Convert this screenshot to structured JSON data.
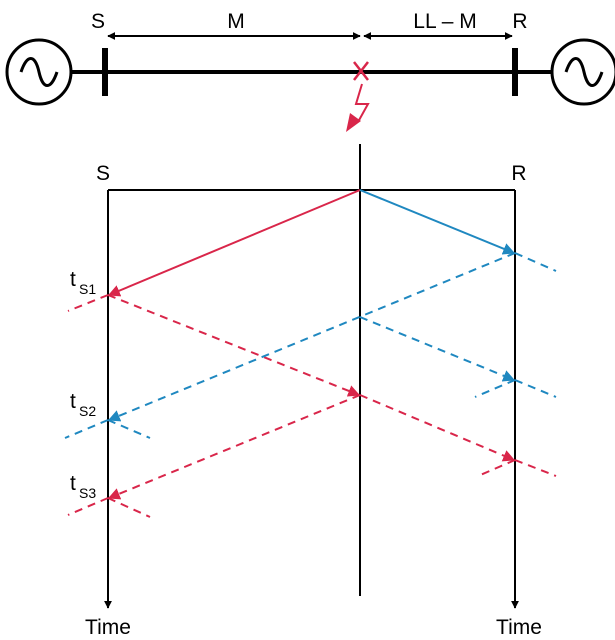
{
  "labels": {
    "bus_s_top": "S",
    "bus_r_top": "R",
    "dist_m": "M",
    "dist_llm": "LL – M",
    "lattice_s": "S",
    "lattice_r": "R",
    "time_s": "Time",
    "time_r": "Time",
    "ts1_main": "t",
    "ts1_sub": "S1",
    "ts2_main": "t",
    "ts2_sub": "S2",
    "ts3_main": "t",
    "ts3_sub": "S3"
  },
  "colors": {
    "line": "#000000",
    "wave_from_fault_to_s": "#d9264a",
    "wave_from_fault_to_r": "#1f88c0"
  },
  "icons": {
    "source_symbol": "ac-source-icon",
    "fault_symbol": "lightning-fault-icon"
  }
}
